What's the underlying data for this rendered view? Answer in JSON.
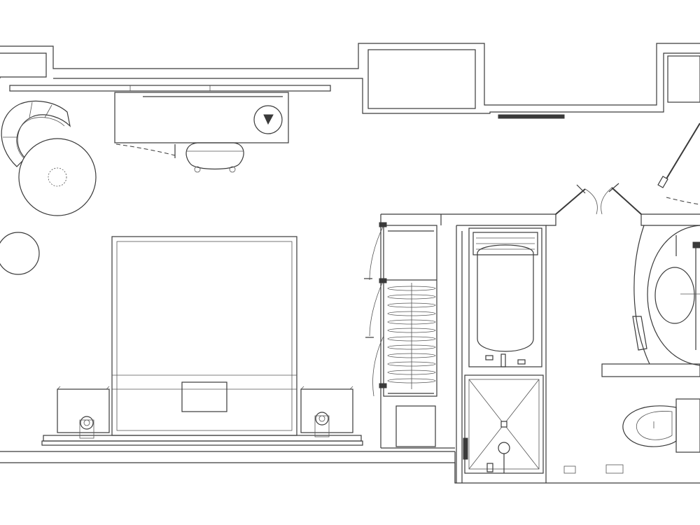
{
  "diagram": {
    "type": "floor-plan",
    "line_color": "#3a3a3a",
    "background_color": "#ffffff",
    "rooms": [
      "bedroom",
      "bathroom"
    ],
    "furniture": [
      "lounge-chair",
      "round-side-table",
      "round-ottoman",
      "desk",
      "desk-chair",
      "king-bed",
      "nightstand-left",
      "nightstand-right",
      "wardrobe",
      "bathtub",
      "shower",
      "vanity-sink",
      "toilet"
    ]
  }
}
